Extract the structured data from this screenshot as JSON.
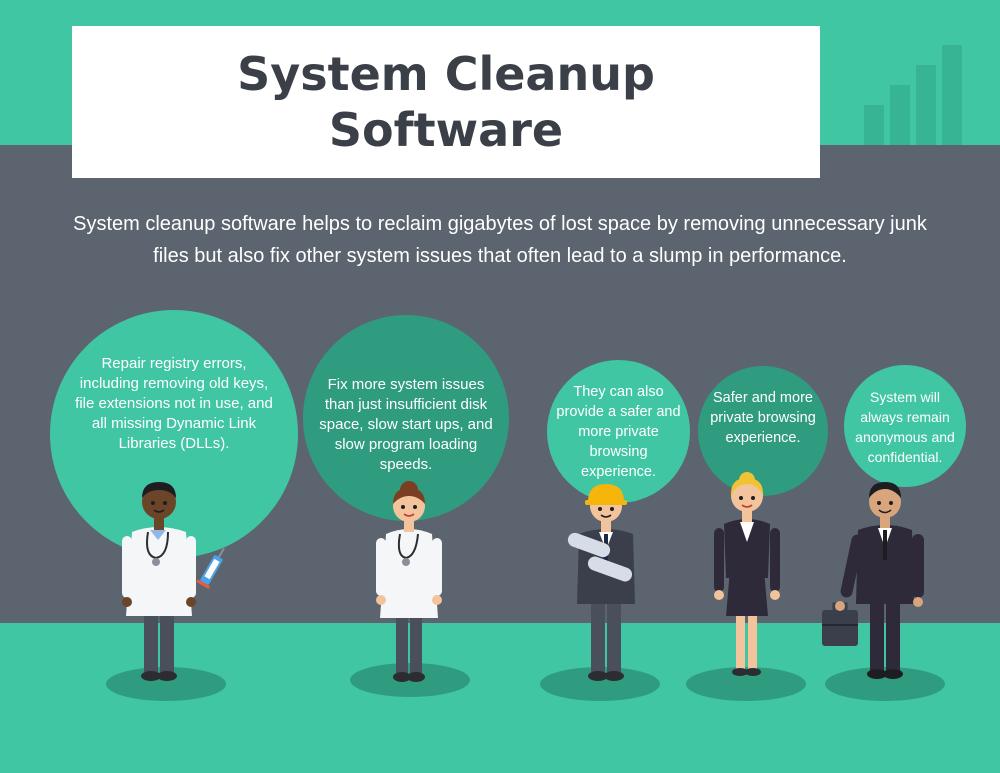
{
  "header": {
    "title": "System Cleanup Software"
  },
  "intro": "System cleanup software helps to reclaim gigabytes of lost space by removing unnecessary junk files but also fix other system issues that often lead to a slump in performance.",
  "bubbles": [
    {
      "text": "Repair registry errors, including removing old keys, file extensions not in use, and all missing Dynamic Link Libraries (DLLs).",
      "person": "doctor-male"
    },
    {
      "text": "Fix more system issues than just insufficient disk space, slow start ups, and slow program loading speeds.",
      "person": "doctor-female"
    },
    {
      "text": "They can also provide a safer and more private browsing experience.",
      "person": "engineer"
    },
    {
      "text": "Safer and more private browsing experience.",
      "person": "businesswoman"
    },
    {
      "text": "System will always remain anonymous and confidential.",
      "person": "businessman"
    }
  ],
  "colors": {
    "teal": "#41c6a3",
    "dark_teal": "#2f9c80",
    "slate": "#5c6470",
    "title_text": "#3b3f47"
  },
  "icons": [
    "bar-chart-icon",
    "stethoscope-icon",
    "syringe-icon",
    "hard-hat-icon",
    "blueprint-icon",
    "briefcase-icon"
  ]
}
